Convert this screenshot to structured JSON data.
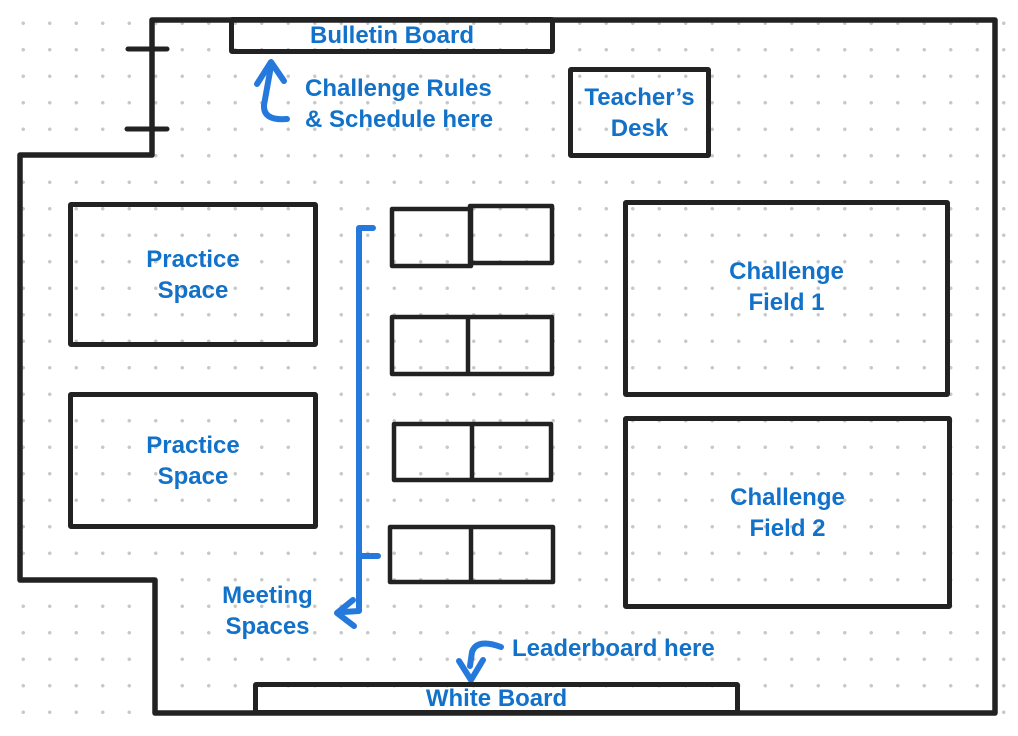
{
  "colors": {
    "label_blue": "#1271c9",
    "annotation_blue": "#2579dd",
    "wall_black": "#222222",
    "grid_dot_gray": "#c8c8c8"
  },
  "boards": {
    "bulletin": "Bulletin Board",
    "white": "White Board"
  },
  "areas": {
    "teachers_desk": "Teacher’s\nDesk",
    "practice_space_1": "Practice\nSpace",
    "practice_space_2": "Practice\nSpace",
    "challenge_field_1": "Challenge\nField 1",
    "challenge_field_2": "Challenge\nField 2"
  },
  "annotations": {
    "rules": "Challenge Rules\n& Schedule here",
    "meeting": "Meeting\nSpaces",
    "leaderboard": "Leaderboard here"
  }
}
